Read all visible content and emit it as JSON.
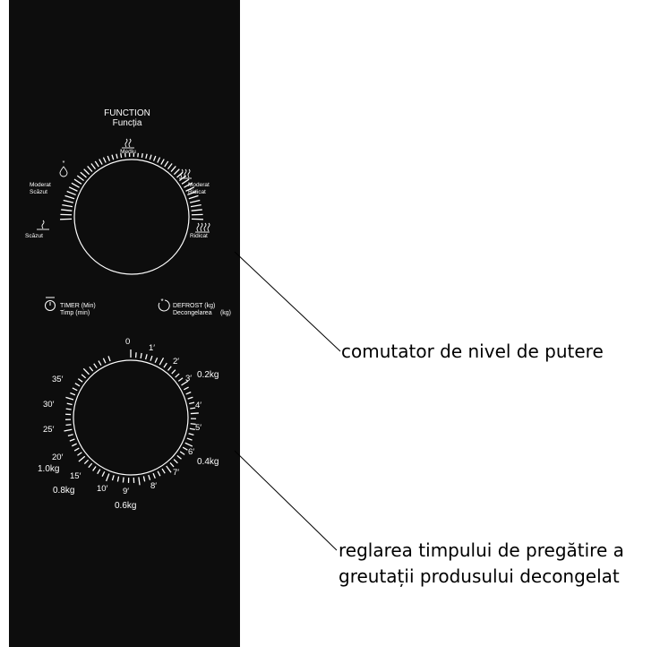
{
  "function": {
    "title": "FUNCTION",
    "subtitle": "Funcția"
  },
  "power_levels": [
    {
      "label": "Mediu",
      "icon": "heat-medium-icon"
    },
    {
      "label": "Moderat",
      "label2": "Ridicat",
      "icon": "heat-medium-high-icon"
    },
    {
      "label": "Ridicat",
      "icon": "heat-high-icon"
    },
    {
      "label": "Scăzut",
      "icon": "heat-low-icon"
    },
    {
      "label": "Moderat",
      "label2": "Scăzut",
      "icon": "defrost-drop-icon"
    }
  ],
  "timer": {
    "label": "TIMER (Min)",
    "label2": "Timp   (min)",
    "icon": "timer-icon"
  },
  "defrost": {
    "label": "DEFROST  (kg)",
    "label2": "Decongelarea",
    "label3": "(kg)",
    "icon": "defrost-icon"
  },
  "timer_dial": {
    "minutes": [
      "0",
      "1′",
      "2′",
      "3′",
      "4′",
      "5′",
      "6′",
      "7′",
      "8′",
      "9′",
      "10′",
      "15′",
      "20′",
      "25′",
      "30′",
      "35′"
    ],
    "weights": [
      "0.2kg",
      "0.4kg",
      "0.6kg",
      "0.8kg",
      "1.0kg"
    ]
  },
  "callouts": {
    "power_switch": "comutator de nivel de putere",
    "timer_line1": "reglarea timpului de pregătire a",
    "timer_line2": "greutații produsului decongelat"
  },
  "colors": {
    "panel": "#0d0d0d",
    "marks": "#ffffff",
    "text": "#000000"
  }
}
